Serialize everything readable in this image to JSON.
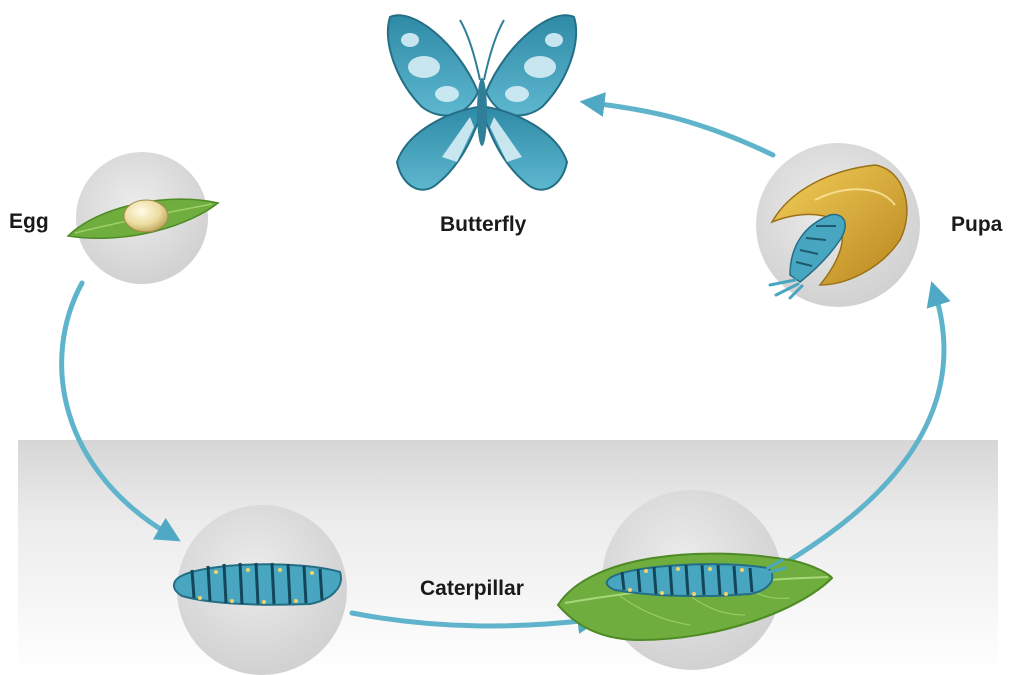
{
  "diagram": {
    "labels": {
      "egg": "Egg",
      "butterfly": "Butterfly",
      "pupa": "Pupa",
      "caterpillar": "Caterpillar"
    },
    "colors": {
      "arrow": "#5fb4cc",
      "circle_fill": "#d9d9d9",
      "leaf": "#6fae3e",
      "insect": "#48a6c0",
      "egg": "#efe0a6",
      "cocoon": "#d8a935",
      "floor": "#e6e6e6"
    }
  }
}
